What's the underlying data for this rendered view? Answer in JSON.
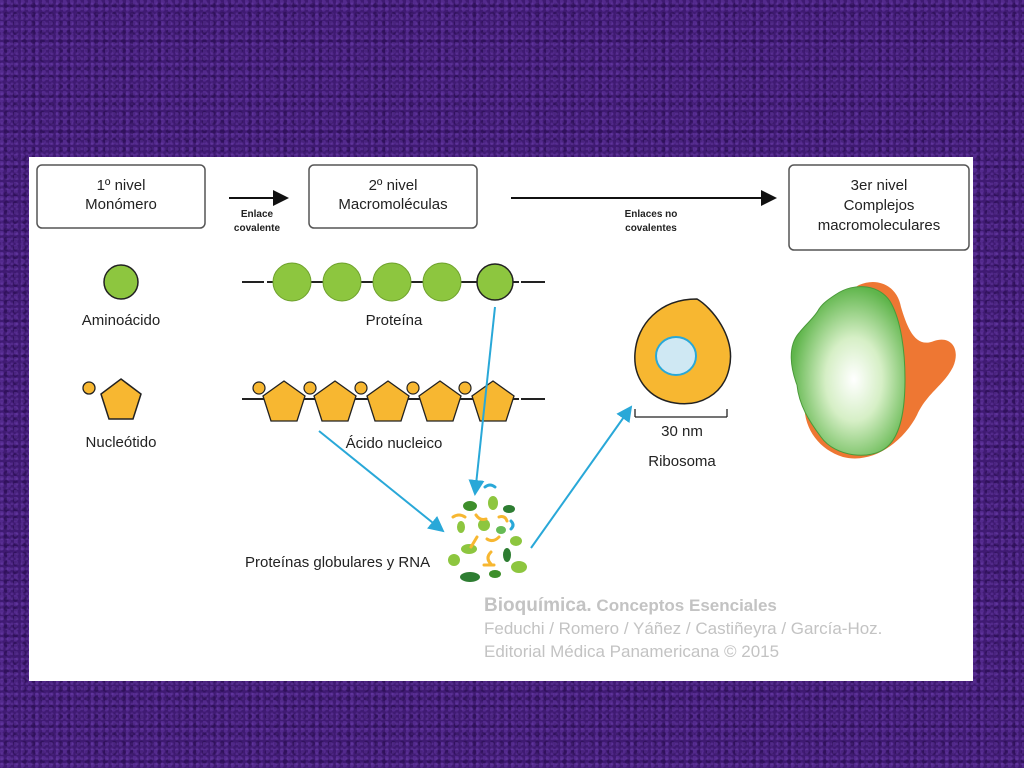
{
  "levels": [
    {
      "line1": "1º nivel",
      "line2": "Monómero"
    },
    {
      "line1": "2º nivel",
      "line2": "Macromoléculas"
    },
    {
      "line1": "3er nivel",
      "line2": "Complejos",
      "line3": "macromoleculares"
    }
  ],
  "arrows": {
    "covalent_line1": "Enlace",
    "covalent_line2": "covalente",
    "noncovalent_line1": "Enlaces no",
    "noncovalent_line2": "covalentes"
  },
  "monomers": {
    "aminoacid": "Aminoácido",
    "nucleotide": "Nucleótido"
  },
  "macromolecules": {
    "protein": "Proteína",
    "nucleic_acid": "Ácido nucleico",
    "globular": "Proteínas globulares y RNA"
  },
  "ribosome": {
    "scale": "30 nm",
    "label": "Ribosoma"
  },
  "credits": {
    "title": "Bioquímica.",
    "subtitle": "Conceptos Esenciales",
    "authors": "Feduchi / Romero / Yáñez / Castiñeyra / García-Hoz.",
    "publisher": "Editorial Médica Panamericana © 2015"
  },
  "colors": {
    "aminoacid_green": "#8dc63f",
    "nucleotide_orange": "#f7b731",
    "arrow_blue": "#29a8d8",
    "complex_green": "#66bb55",
    "complex_orange": "#ee7733",
    "background_purple": "#3f1a72"
  }
}
